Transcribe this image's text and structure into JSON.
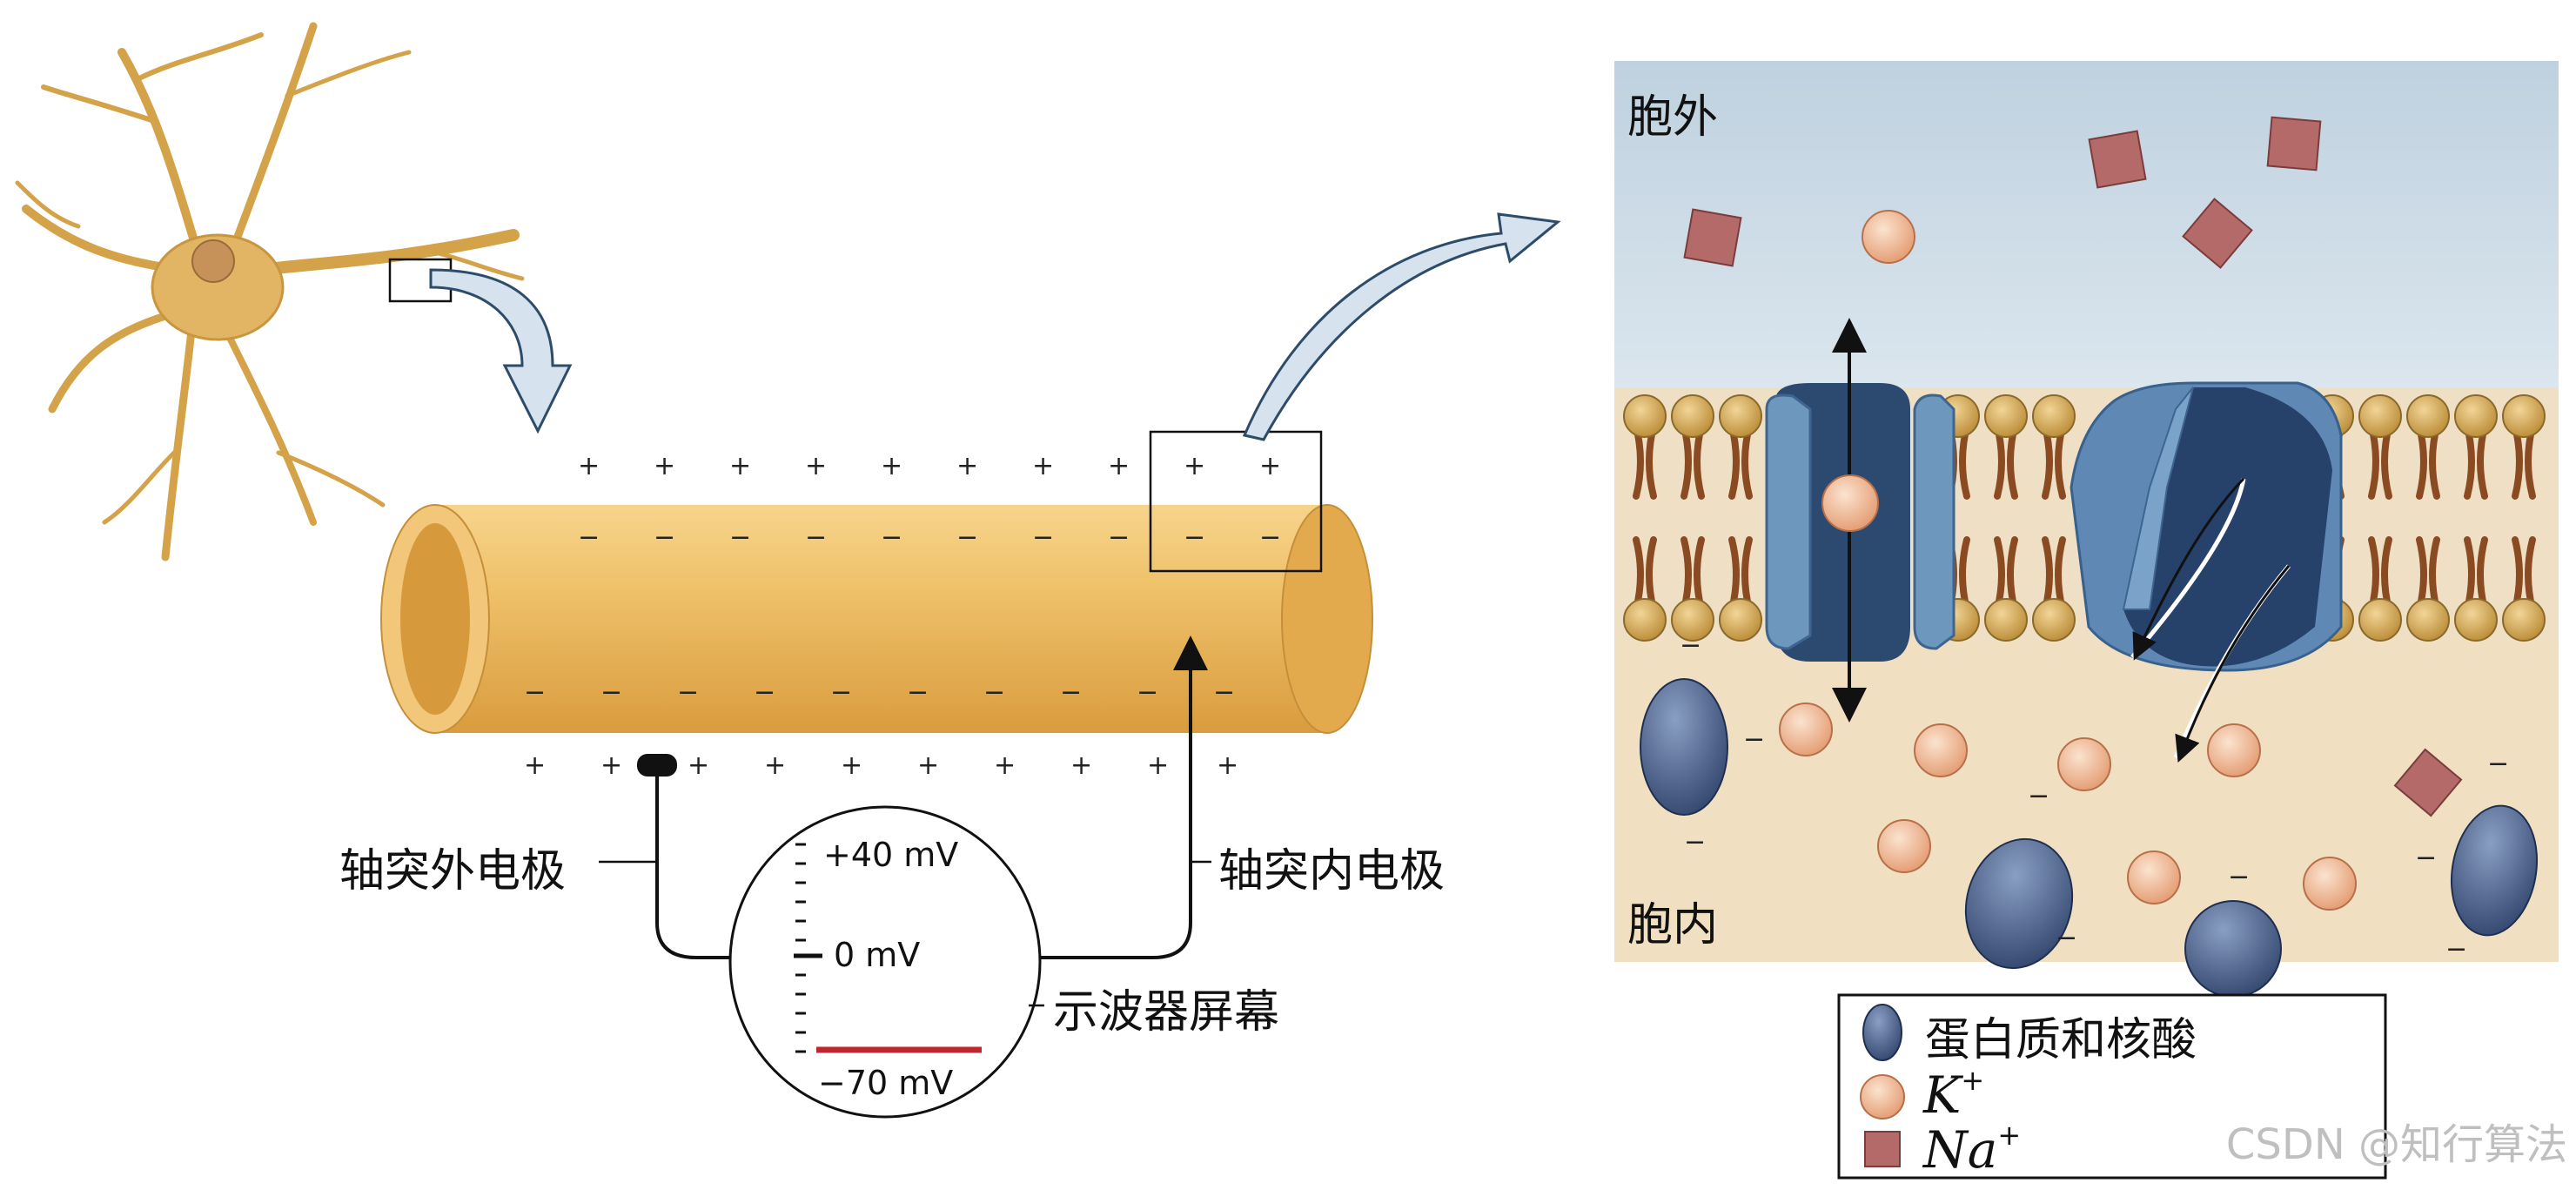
{
  "labels": {
    "extracellular": "胞外",
    "intracellular": "胞内",
    "outer_electrode": "轴突外电极",
    "inner_electrode": "轴突内电极",
    "scope_screen": "示波器屏幕",
    "scale_top": "+40 mV",
    "scale_mid": "0 mV",
    "scale_bottom": "−70 mV"
  },
  "legend": {
    "protein": "蛋白质和核酸",
    "k_ion": "K",
    "na_ion": "Na",
    "plus": "+"
  },
  "signs": {
    "plus": "+",
    "minus": "−"
  },
  "watermark": "CSDN @知行算法",
  "colors": {
    "axon": "#e9b75a",
    "axon_light": "#f6d38d",
    "axon_dark": "#c98f35",
    "extracellular_bg": "#c8d7e3",
    "intracellular_bg": "#f1dfc2",
    "protein": "#33486e",
    "k_ion": "#e8a27a",
    "na_ion": "#b56a6a",
    "channel": "#4f7aa3",
    "resting_line": "#c0262d"
  },
  "icons": [
    "neuron-illustration",
    "curved-arrow-icon",
    "potassium-channel-icon",
    "sodium-potassium-pump-icon"
  ]
}
